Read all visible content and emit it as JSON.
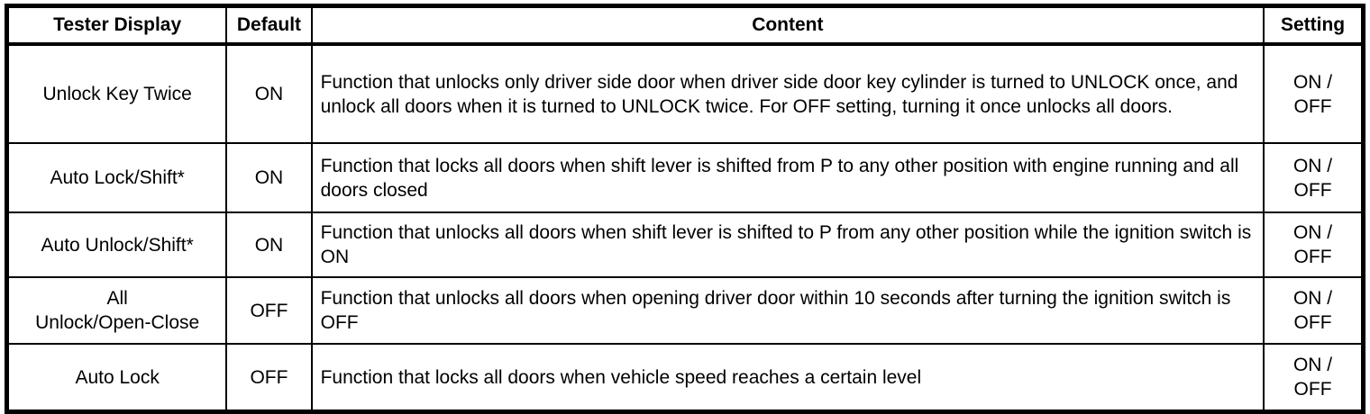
{
  "table": {
    "headers": {
      "tester_display": "Tester Display",
      "default": "Default",
      "content": "Content",
      "setting": "Setting"
    },
    "rows": [
      {
        "tester_display": "Unlock Key Twice",
        "default": "ON",
        "content": "Function that unlocks only driver side door when driver side door key cylinder is turned to UNLOCK once, and unlock all doors when it is turned to UNLOCK twice. For OFF setting, turning it once unlocks all doors.",
        "setting": "ON /\nOFF"
      },
      {
        "tester_display": "Auto Lock/Shift*",
        "default": "ON",
        "content": "Function that locks all doors when shift lever is shifted from P to any other position with engine running and all doors closed",
        "setting": "ON /\nOFF"
      },
      {
        "tester_display": "Auto Unlock/Shift*",
        "default": "ON",
        "content": "Function that unlocks all doors when shift lever is shifted to P from any other position while the ignition switch is ON",
        "setting": "ON /\nOFF"
      },
      {
        "tester_display": "All\nUnlock/Open-Close",
        "default": "OFF",
        "content": "Function that unlocks all doors when opening driver door within 10 seconds after turning the ignition switch is OFF",
        "setting": "ON /\nOFF"
      },
      {
        "tester_display": "Auto Lock",
        "default": "OFF",
        "content": "Function that locks all doors when vehicle speed reaches a certain level",
        "setting": "ON /\nOFF"
      }
    ]
  }
}
